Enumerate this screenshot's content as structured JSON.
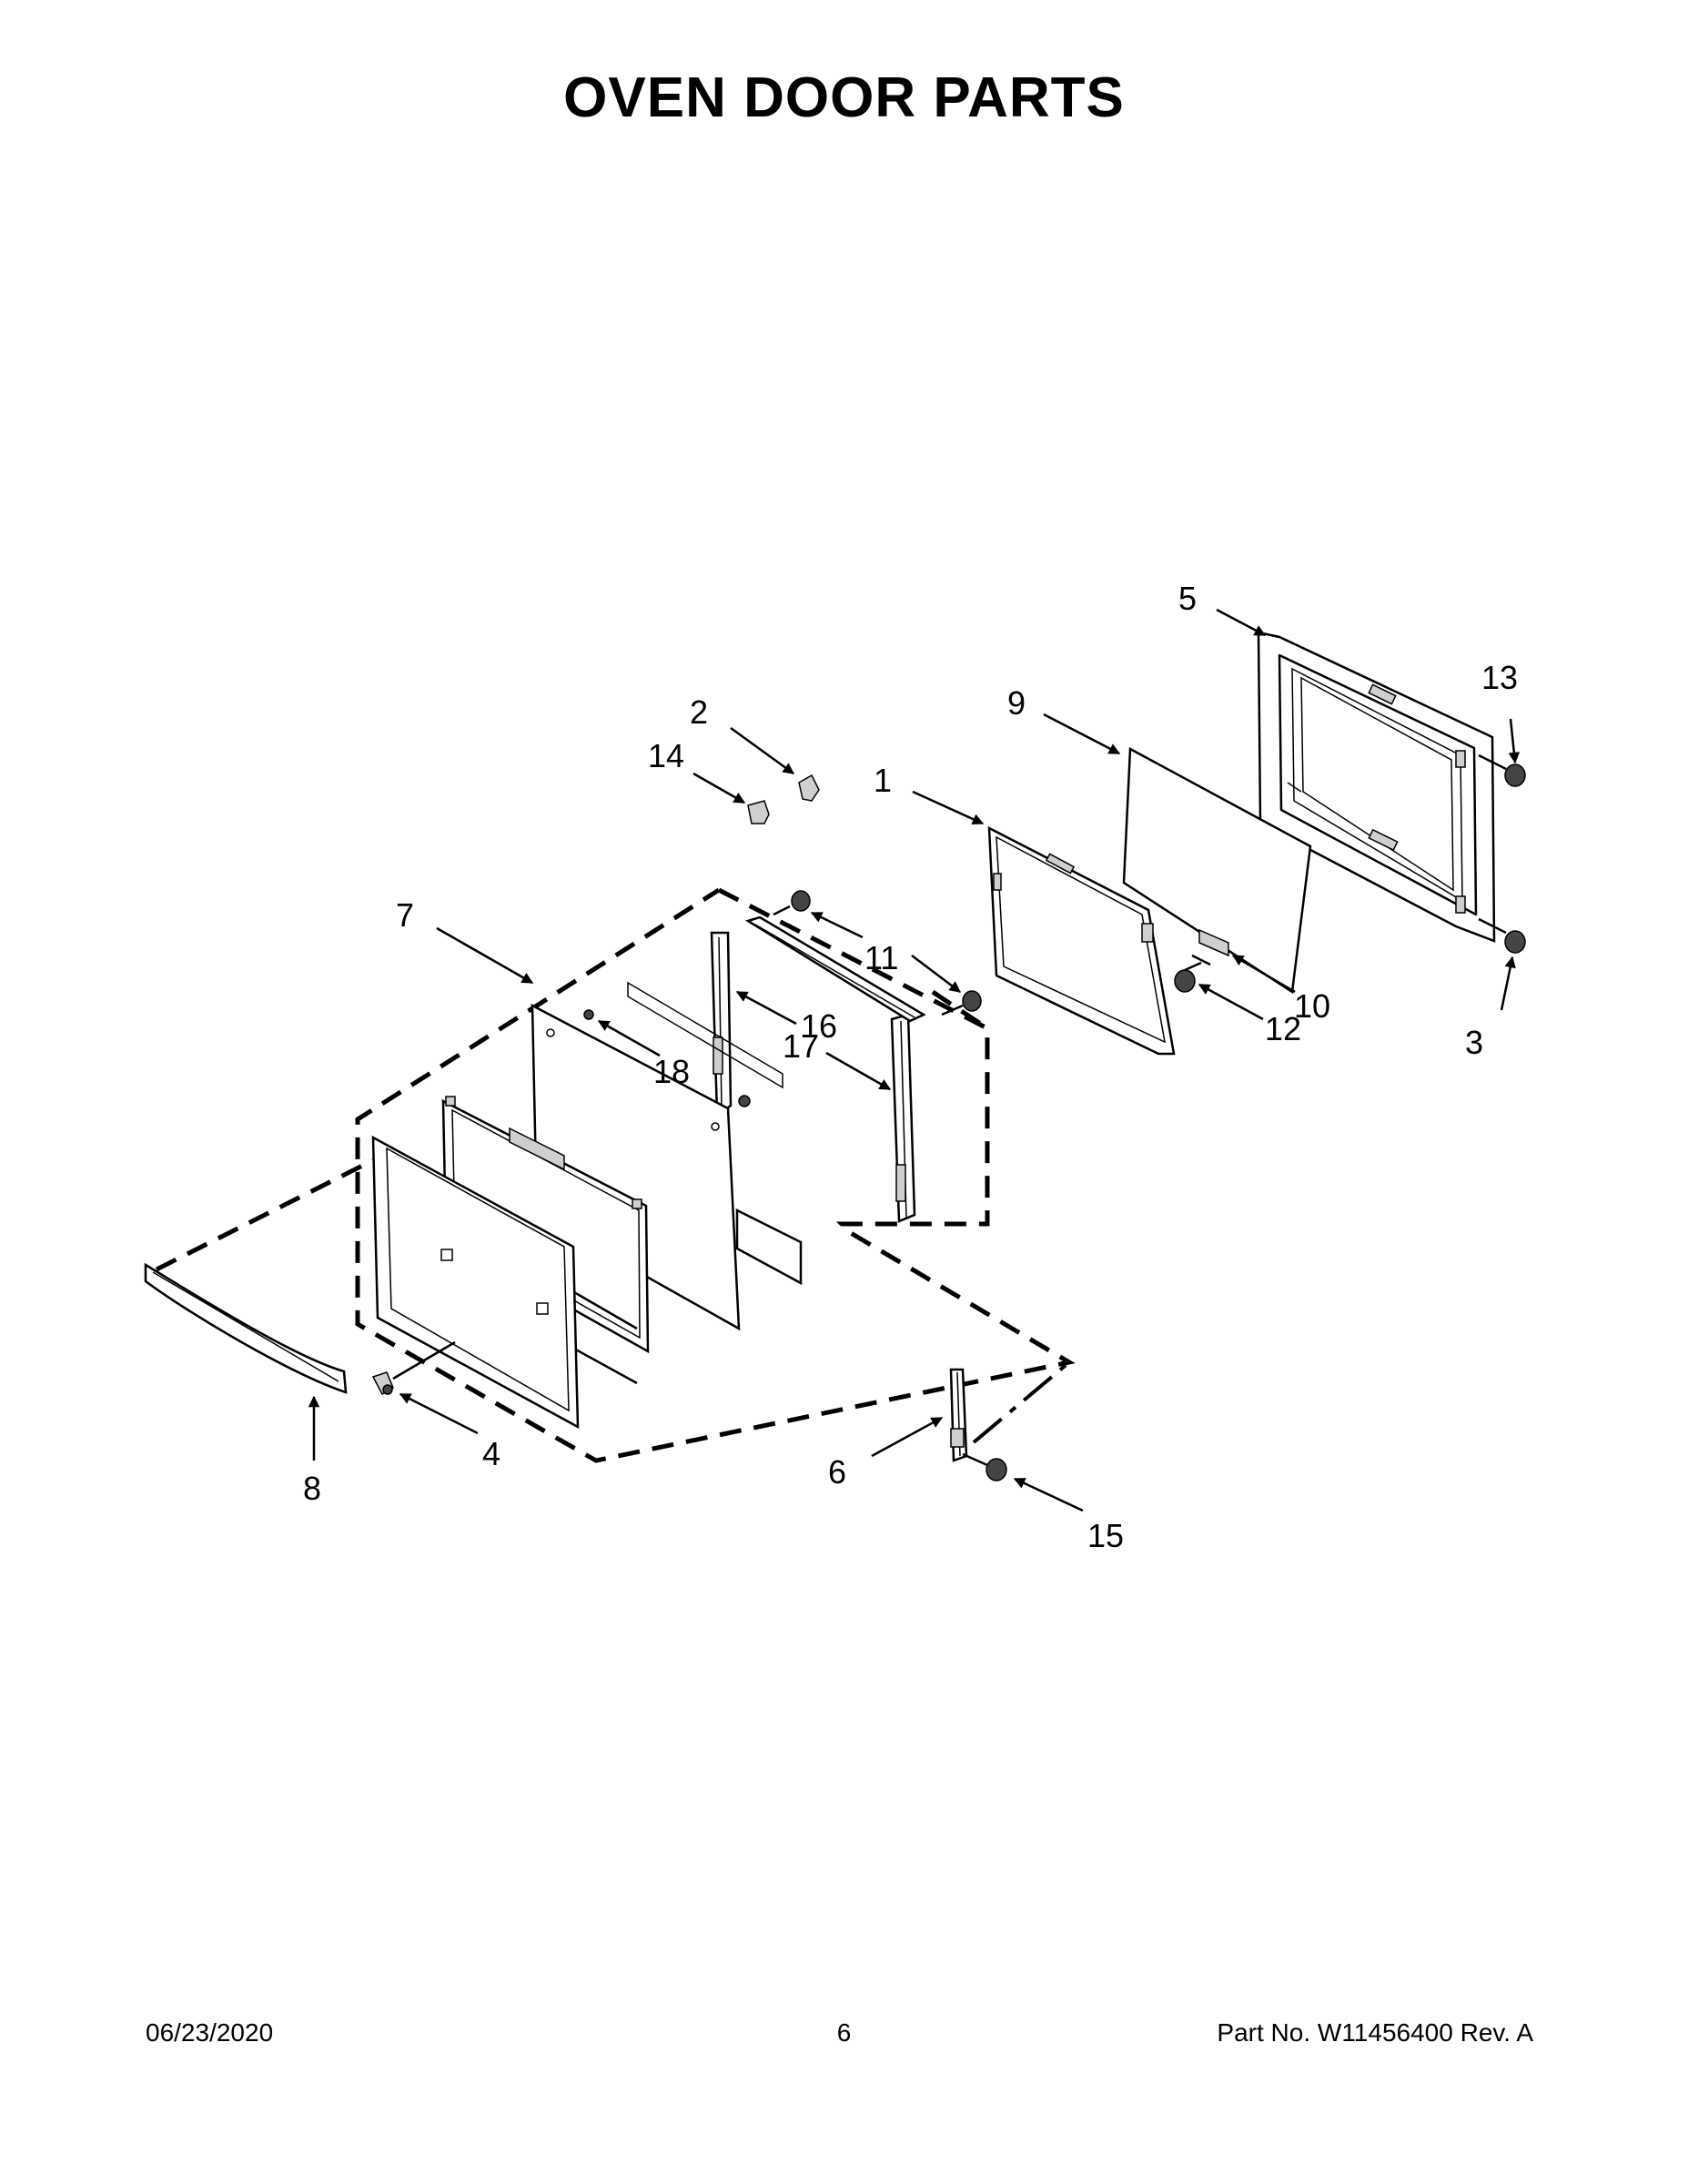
{
  "title": "OVEN DOOR PARTS",
  "callouts": [
    "1",
    "2",
    "3",
    "4",
    "5",
    "6",
    "7",
    "8",
    "9",
    "10",
    "11",
    "12",
    "13",
    "14",
    "15",
    "16",
    "17",
    "18"
  ],
  "footer": {
    "date": "06/23/2020",
    "page": "6",
    "part_number": "Part No.  W11456400  Rev.  A"
  }
}
